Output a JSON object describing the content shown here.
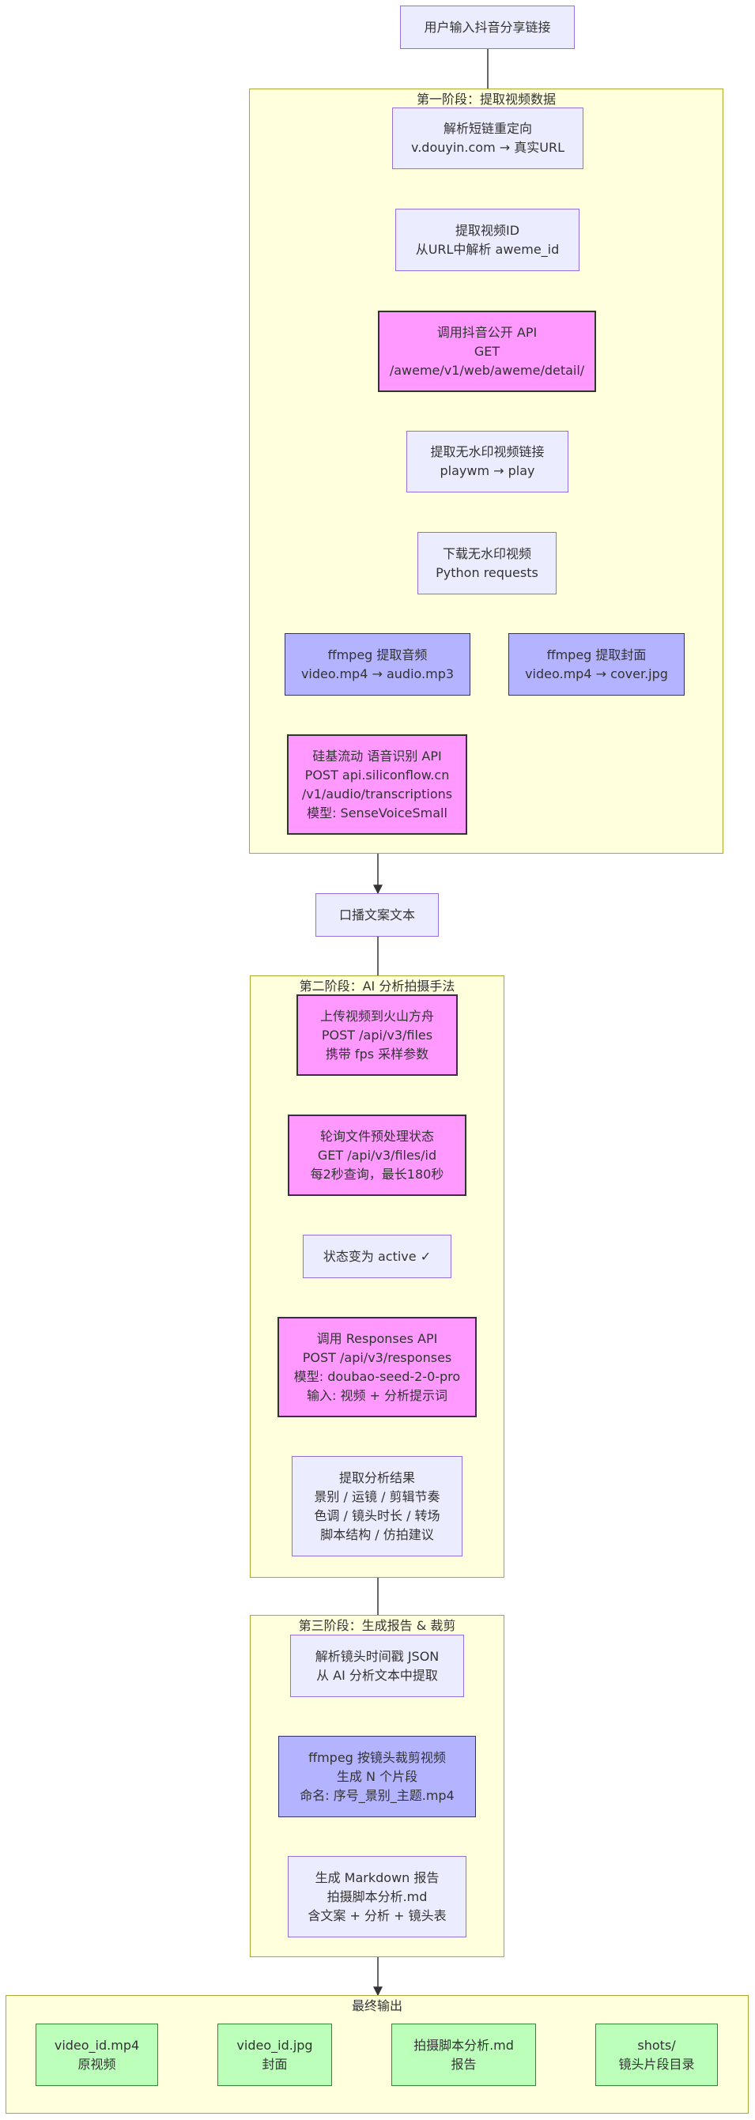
{
  "colors": {
    "default_fill": "#ececff",
    "default_stroke": "#9370db",
    "api_fill": "#ff99ff",
    "api_stroke": "#333333",
    "ffmpeg_fill": "#b3b3ff",
    "ffmpeg_stroke": "#333366",
    "output_fill": "#bbffbb",
    "output_stroke": "#338833",
    "cluster_fill": "#ffffde",
    "cluster_stroke": "#aaaa33",
    "edge": "#333333"
  },
  "start": {
    "lines": [
      "用户输入抖音分享链接"
    ]
  },
  "stage1": {
    "title": "第一阶段：提取视频数据",
    "resolve": {
      "lines": [
        "解析短链重定向",
        "v.douyin.com → 真实URL"
      ]
    },
    "extract_id": {
      "lines": [
        "提取视频ID",
        "从URL中解析 aweme_id"
      ]
    },
    "api_call": {
      "lines": [
        "调用抖音公开 API",
        "GET",
        "/aweme/v1/web/aweme/detail/"
      ]
    },
    "nowm_link": {
      "lines": [
        "提取无水印视频链接",
        "playwm → play"
      ]
    },
    "download": {
      "lines": [
        "下载无水印视频",
        "Python requests"
      ]
    },
    "audio": {
      "lines": [
        "ffmpeg 提取音频",
        "video.mp4 → audio.mp3"
      ]
    },
    "cover": {
      "lines": [
        "ffmpeg 提取封面",
        "video.mp4 → cover.jpg"
      ]
    },
    "asr": {
      "lines": [
        "硅基流动 语音识别 API",
        "POST api.siliconflow.cn",
        "/v1/audio/transcriptions",
        "模型: SenseVoiceSmall"
      ]
    }
  },
  "transcript": {
    "lines": [
      "口播文案文本"
    ]
  },
  "stage2": {
    "title": "第二阶段：AI 分析拍摄手法",
    "upload": {
      "lines": [
        "上传视频到火山方舟",
        "POST /api/v3/files",
        "携带 fps 采样参数"
      ]
    },
    "poll": {
      "lines": [
        "轮询文件预处理状态",
        "GET /api/v3/files/id",
        "每2秒查询，最长180秒"
      ]
    },
    "active": {
      "lines": [
        "状态变为 active ✓"
      ]
    },
    "responses": {
      "lines": [
        "调用 Responses API",
        "POST /api/v3/responses",
        "模型: doubao-seed-2-0-pro",
        "输入: 视频 + 分析提示词"
      ]
    },
    "result": {
      "lines": [
        "提取分析结果",
        "景别 / 运镜 / 剪辑节奏",
        "色调 / 镜头时长 / 转场",
        "脚本结构 / 仿拍建议"
      ]
    }
  },
  "stage3": {
    "title": "第三阶段：生成报告 & 裁剪",
    "parse": {
      "lines": [
        "解析镜头时间戳 JSON",
        "从 AI 分析文本中提取"
      ]
    },
    "cut": {
      "lines": [
        "ffmpeg 按镜头裁剪视频",
        "生成 N 个片段",
        "命名: 序号_景别_主题.mp4"
      ]
    },
    "report": {
      "lines": [
        "生成 Markdown 报告",
        "拍摄脚本分析.md",
        "含文案 + 分析 + 镜头表"
      ]
    }
  },
  "final": {
    "title": "最终输出",
    "out1": {
      "lines": [
        "video_id.mp4",
        "原视频"
      ]
    },
    "out2": {
      "lines": [
        "video_id.jpg",
        "封面"
      ]
    },
    "out3": {
      "lines": [
        "拍摄脚本分析.md",
        "报告"
      ]
    },
    "out4": {
      "lines": [
        "shots/",
        "镜头片段目录"
      ]
    }
  }
}
